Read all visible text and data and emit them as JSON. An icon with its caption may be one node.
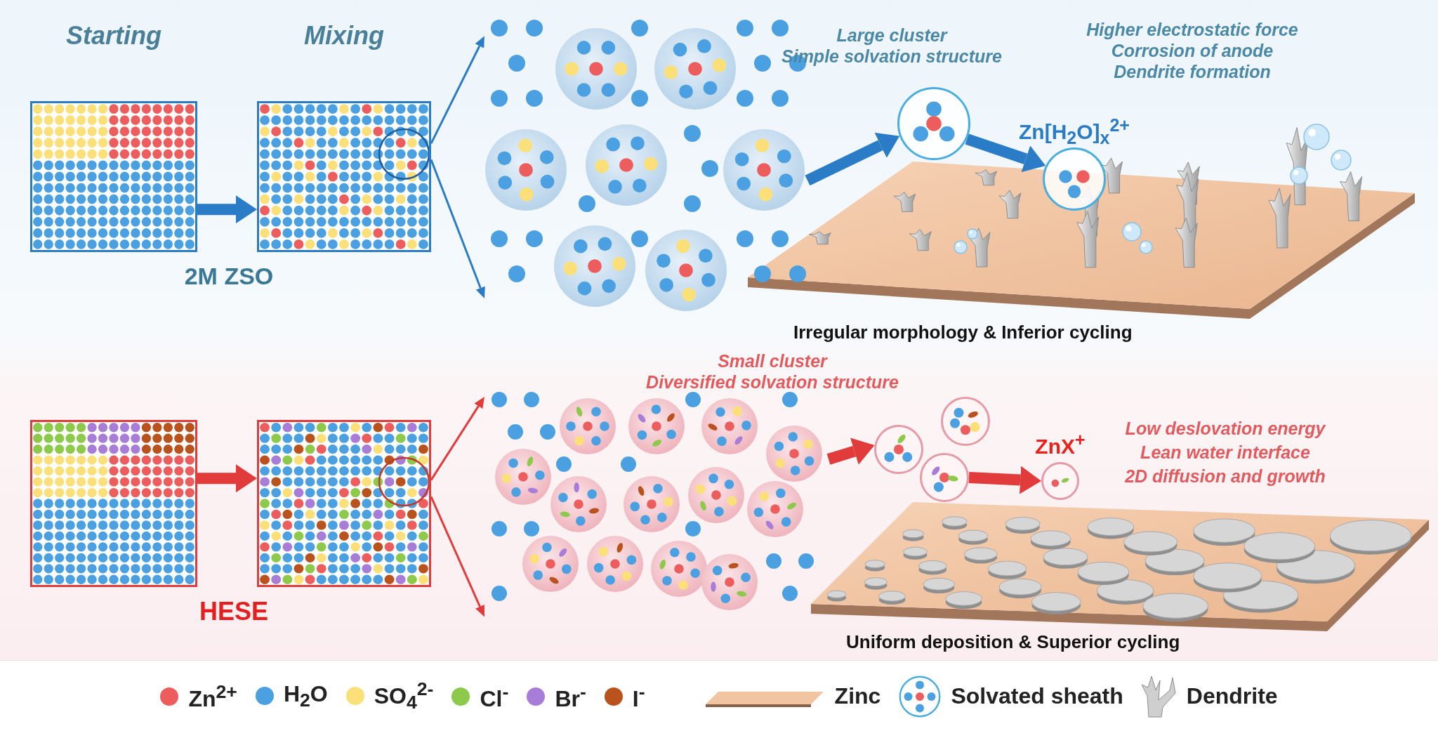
{
  "diagram": {
    "nodes": [
      {
        "text": [
          "Starting"
        ]
      },
      {
        "text": [
          "Mixing"
        ]
      },
      {
        "text": [],
        "shape": "picture"
      },
      {
        "text": [],
        "shape": "circle"
      },
      {
        "text": [],
        "shape": "circle",
        "beside": [
          "Zn[H$_{2}$O]$_{x}$$^{2+}$"
        ]
      },
      {
        "text": [
          "Irregular morphology & Inferior cycling"
        ]
      },
      {
        "text": [],
        "shape": "box"
      },
      {
        "text": [],
        "shape": "box"
      },
      {
        "text": [],
        "shape": "picture"
      },
      {
        "text": [],
        "shape": "circle"
      },
      {
        "text": [],
        "shape": "circle"
      },
      {
        "text": [],
        "shape": "circle"
      },
      {
        "text": [],
        "shape": "circle",
        "beside": [
          "ZnX$^{+}$"
        ]
      },
      {
        "text": [
          "Uniform deposition & Superior cycling"
        ]
      }
    ],
    "edges": [
      {
        "from": 0,
        "to": 1,
        "arrow": "to",
        "color": "#2a7cc7"
      },
      {
        "from": 1,
        "to": 2,
        "arrow": "to",
        "color": "#2a7cc7"
      },
      {
        "from": 1,
        "to": 2,
        "arrow": "to",
        "color": "#2a7cc7"
      },
      {
        "from": 2,
        "to": 3,
        "arrow": "to",
        "color": "#2a7cc7"
      },
      {
        "from": 3,
        "to": 4,
        "arrow": "to",
        "color": "#2a7cc7"
      },
      {
        "from": 6,
        "to": 7,
        "arrow": "to",
        "color": "#e23b3b"
      },
      {
        "from": 7,
        "to": 8,
        "arrow": "to",
        "color": "#e23b3b"
      },
      {
        "from": 7,
        "to": 8,
        "arrow": "to",
        "color": "#e23b3b"
      },
      {
        "from": 8,
        "to": 9,
        "arrow": "to",
        "color": "#e23b3b"
      },
      {
        "from": 11,
        "to": 12,
        "arrow": "to",
        "color": "#e23b3b"
      }
    ],
    "labels": [
      "Large cluster",
      "Simple solvation structure",
      "Higher electrostatic force",
      "Corrosion of anode",
      "Dendrite formation",
      "2M ZSO",
      "Small cluster",
      "Diversified solvation structure",
      "Low deslovation energy",
      "Lean water interface",
      "2D diffusion and growth",
      "HESE"
    ],
    "legend": [
      {
        "text": "Zn$^{2+}$",
        "color": "#ee5d5d"
      },
      {
        "text": "H$_{2}$O",
        "color": "#4aa0e0"
      },
      {
        "text": "SO$_{4}$$^{2-}$",
        "color": "#fbe07a"
      },
      {
        "text": "Cl$^{-}$",
        "color": "#8dc94b"
      },
      {
        "text": "Br$^{-}$",
        "color": "#a77dd8"
      },
      {
        "text": "I$^{-}$",
        "color": "#b9521d"
      },
      {
        "text": "Zinc"
      },
      {
        "text": "Solvated sheath"
      },
      {
        "text": "Dendrite"
      }
    ]
  }
}
